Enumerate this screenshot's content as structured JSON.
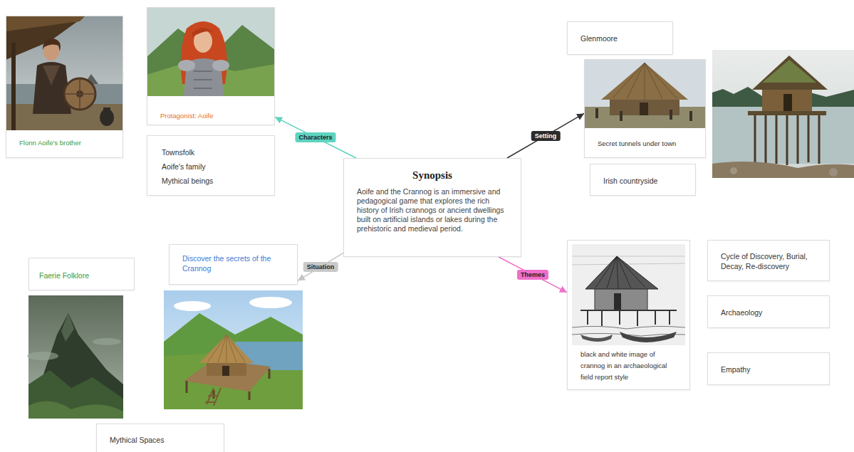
{
  "diagram": {
    "nodes": [
      {
        "text": [
          "Synopsis",
          "Aoife and the Crannog is an immersive and pedagogical game that explores the rich history of Irish crannogs or ancient dwellings built on artificial islands or lakes during the prehistoric and medieval period."
        ]
      },
      {
        "text": [
          "Flonn Aoife's brother"
        ]
      },
      {
        "text": [
          "Protagonist: Aoife"
        ]
      },
      {
        "text": [
          "Townsfolk",
          "Aoife's family",
          "Mythical beings"
        ]
      },
      {
        "text": [
          "Glenmoore"
        ]
      },
      {
        "text": [
          "Secret tunnels under town"
        ]
      },
      {
        "text": [
          "Irish countryside"
        ]
      },
      {
        "text": [
          "Faerie Folklore"
        ]
      },
      {
        "text": [
          "Discover the secrets of the Crannog"
        ]
      },
      {
        "text": [
          "Mythical Spaces"
        ]
      },
      {
        "text": [
          "black and white image of crannog in an archaeological field report style"
        ]
      },
      {
        "text": [
          "Cycle of Discovery, Burial, Decay, Re-discovery"
        ]
      },
      {
        "text": [
          "Archaeology"
        ]
      },
      {
        "text": [
          "Empathy"
        ]
      }
    ],
    "edges": [
      {
        "from": 0,
        "to": 2,
        "arrow": "to",
        "label": "Characters"
      },
      {
        "from": 0,
        "to": 5,
        "arrow": "to",
        "label": "Setting"
      },
      {
        "from": 0,
        "to": 8,
        "arrow": "to",
        "label": "Situation"
      },
      {
        "from": 0,
        "to": 10,
        "arrow": "to",
        "label": "Themes"
      }
    ]
  }
}
